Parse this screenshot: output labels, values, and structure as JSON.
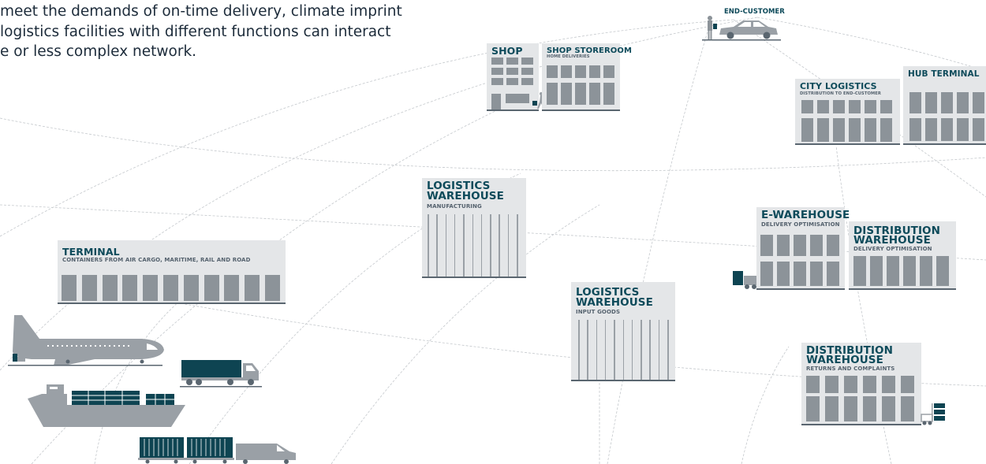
{
  "intro": {
    "line1": "meet the demands of on-time delivery, climate imprint",
    "line2": " logistics facilities with different functions can interact",
    "line3": "e or less complex network."
  },
  "end_customer": {
    "label": "END-CUSTOMER"
  },
  "shop": {
    "title": "SHOP"
  },
  "shop_storeroom": {
    "title": "SHOP STOREROOM",
    "subtitle": "HOME DELIVERIES"
  },
  "city_logistics": {
    "title": "CITY LOGISTICS",
    "subtitle": "DISTRIBUTION TO END-CUSTOMER"
  },
  "hub_terminal": {
    "title": "HUB TERMINAL"
  },
  "logistics_warehouse_mfg": {
    "title1": "LOGISTICS",
    "title2": "WAREHOUSE",
    "subtitle": "MANUFACTURING"
  },
  "terminal": {
    "title": "TERMINAL",
    "subtitle": "CONTAINERS FROM AIR CARGO, MARITIME, RAIL AND ROAD"
  },
  "e_warehouse": {
    "title": "E-WAREHOUSE",
    "subtitle": "DELIVERY OPTIMISATION"
  },
  "distribution_warehouse_delivery": {
    "title1": "DISTRIBUTION",
    "title2": "WAREHOUSE",
    "subtitle": "DELIVERY OPTIMISATION"
  },
  "logistics_warehouse_input": {
    "title1": "LOGISTICS",
    "title2": "WAREHOUSE",
    "subtitle": "INPUT GOODS"
  },
  "distribution_warehouse_returns": {
    "title1": "DISTRIBUTION",
    "title2": "WAREHOUSE",
    "subtitle": "RETURNS AND COMPLAINTS"
  },
  "colors": {
    "title": "#0d4a5a",
    "panel": "#e4e6e8",
    "window": "#8c9399",
    "vehicle_grey": "#9aa0a6",
    "container_dark": "#0e4452",
    "network_line": "#c4c8cc"
  }
}
